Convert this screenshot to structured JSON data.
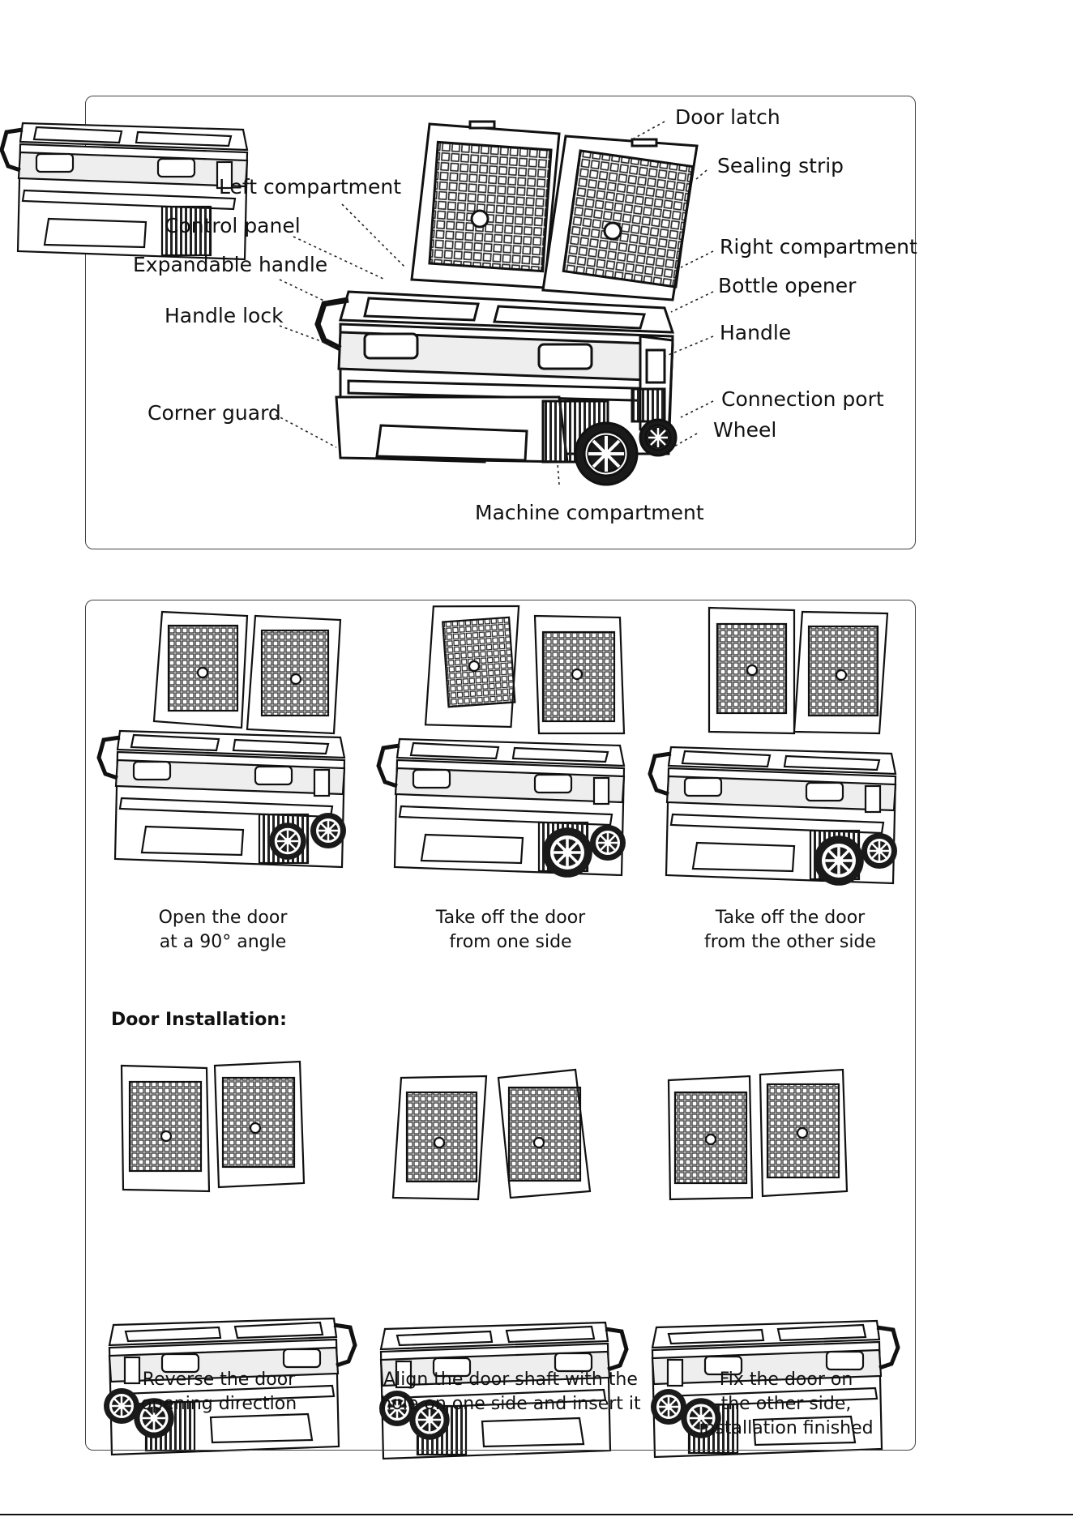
{
  "diagram_labels": {
    "door_latch": "Door latch",
    "sealing_strip": "Sealing strip",
    "left_compartment": "Left compartment",
    "control_panel": "Control panel",
    "expandable_handle": "Expandable handle",
    "right_compartment": "Right compartment",
    "bottle_opener": "Bottle opener",
    "handle_lock": "Handle lock",
    "handle": "Handle",
    "connection_port": "Connection port",
    "wheel": "Wheel",
    "corner_guard": "Corner guard",
    "machine_compartment": "Machine compartment"
  },
  "steps_removal": [
    {
      "caption": "Open the door\nat a 90° angle"
    },
    {
      "caption": "Take off the door\nfrom one side"
    },
    {
      "caption": "Take off the door\nfrom the other side"
    }
  ],
  "section_title": "Door Installation:",
  "steps_installation": [
    {
      "caption": "Reverse the door\nopening direction"
    },
    {
      "caption": "Align the door shaft with the\nhole on one side and insert it"
    },
    {
      "caption": "Fix the door on\nthe other side,\ninstallation finished"
    }
  ]
}
